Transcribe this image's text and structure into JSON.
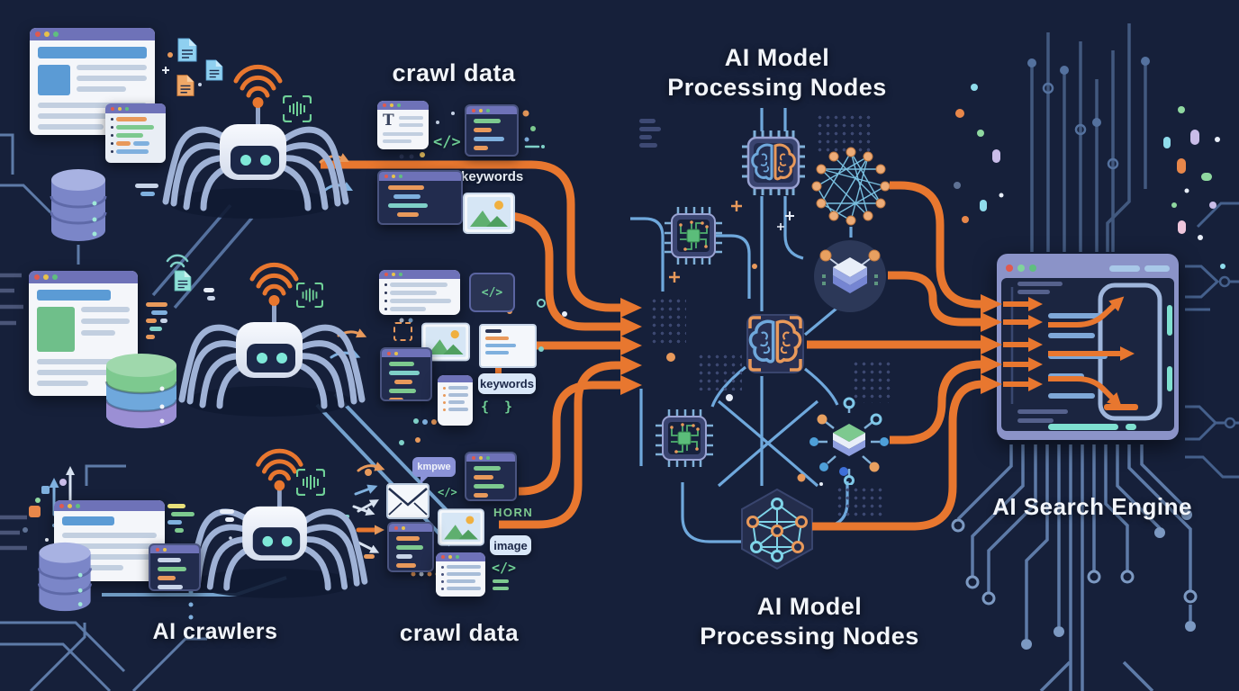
{
  "colors": {
    "background": "#16203A",
    "accent_orange": "#E8772F",
    "accent_blue": "#7FB0DE",
    "accent_green": "#6FCF97",
    "accent_teal": "#7FE0D0",
    "window_header_purple": "#6E72B8",
    "frame_lavender": "#8B93C8",
    "code_window_bg": "#222C4E",
    "trace_blue": "#45608C",
    "title_text": "#F2F5FA"
  },
  "titles": {
    "crawl_data_top": "crawl data",
    "crawl_data_bottom": "crawl data",
    "ai_crawlers": "AI crawlers",
    "ai_model": {
      "line1": "AI Model",
      "line2": "Processing Nodes"
    },
    "ai_search_engine": "AI Search Engine"
  },
  "badges": {
    "keywords_text": "keywords",
    "keywords_badge": "keywords",
    "image_badge": "image",
    "kmpwe_bubble": "kmpwe",
    "horn_label": "HORN"
  },
  "glyphs": {
    "code": "</>",
    "braces": "{ }",
    "doc_letter": "T"
  }
}
